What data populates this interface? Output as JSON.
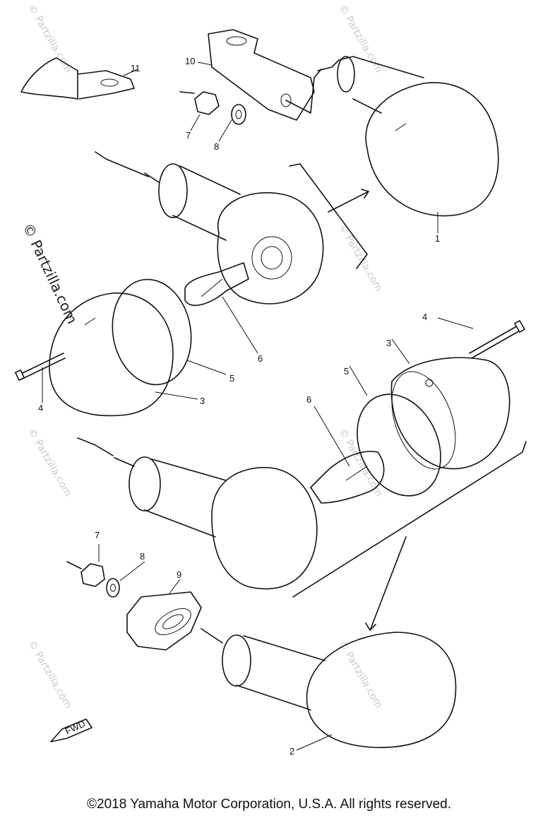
{
  "watermark": "© Partzilla.com",
  "callouts": {
    "c1": "1",
    "c2": "2",
    "c3a": "3",
    "c3b": "3",
    "c4a": "4",
    "c4b": "4",
    "c5a": "5",
    "c5b": "5",
    "c6a": "6",
    "c6b": "6",
    "c7a": "7",
    "c7b": "7",
    "c8a": "8",
    "c8b": "8",
    "c9": "9",
    "c10": "10",
    "c11": "11"
  },
  "fwd_label": "FWD",
  "copyright": "©2018 Yamaha Motor Corporation, U.S.A. All rights reserved."
}
